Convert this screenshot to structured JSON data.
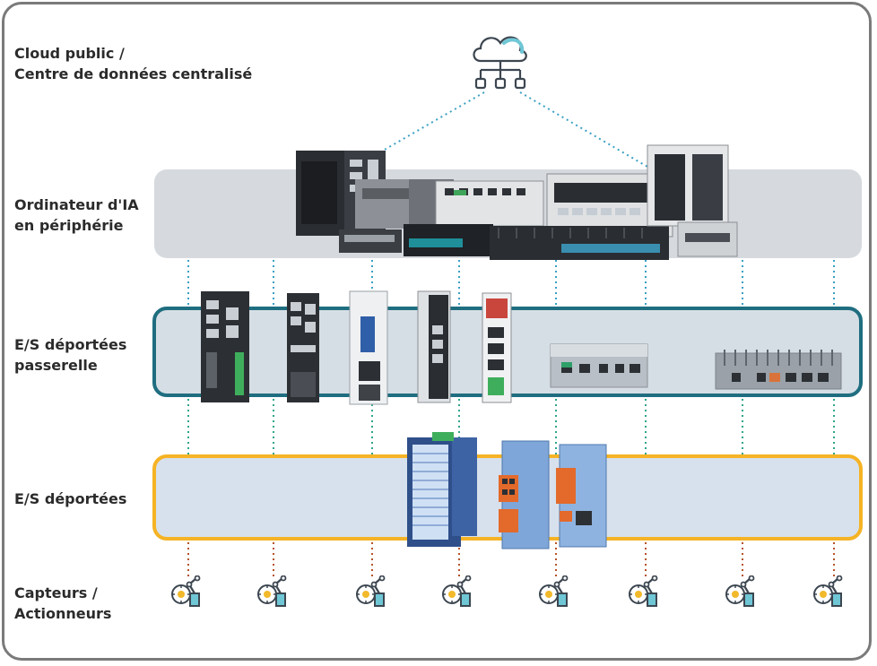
{
  "labels": {
    "cloud": "Cloud public /\nCentre de données centralisé",
    "edge": "Ordinateur d'IA\nen périphérie",
    "gateway": "E/S déportées\npasserelle",
    "remote_io": "E/S déportées",
    "sensors": "Capteurs /\nActionneurs"
  },
  "icons": {
    "cloud": "cloud-network-icon",
    "sensor": "sensor-actuator-icon"
  },
  "colors": {
    "gateway_border": "#1f6e80",
    "remote_io_border": "#f5b325",
    "dotted_blue": "#3aa0c4",
    "dotted_green": "#2fa58a",
    "dotted_red": "#b5532a"
  }
}
